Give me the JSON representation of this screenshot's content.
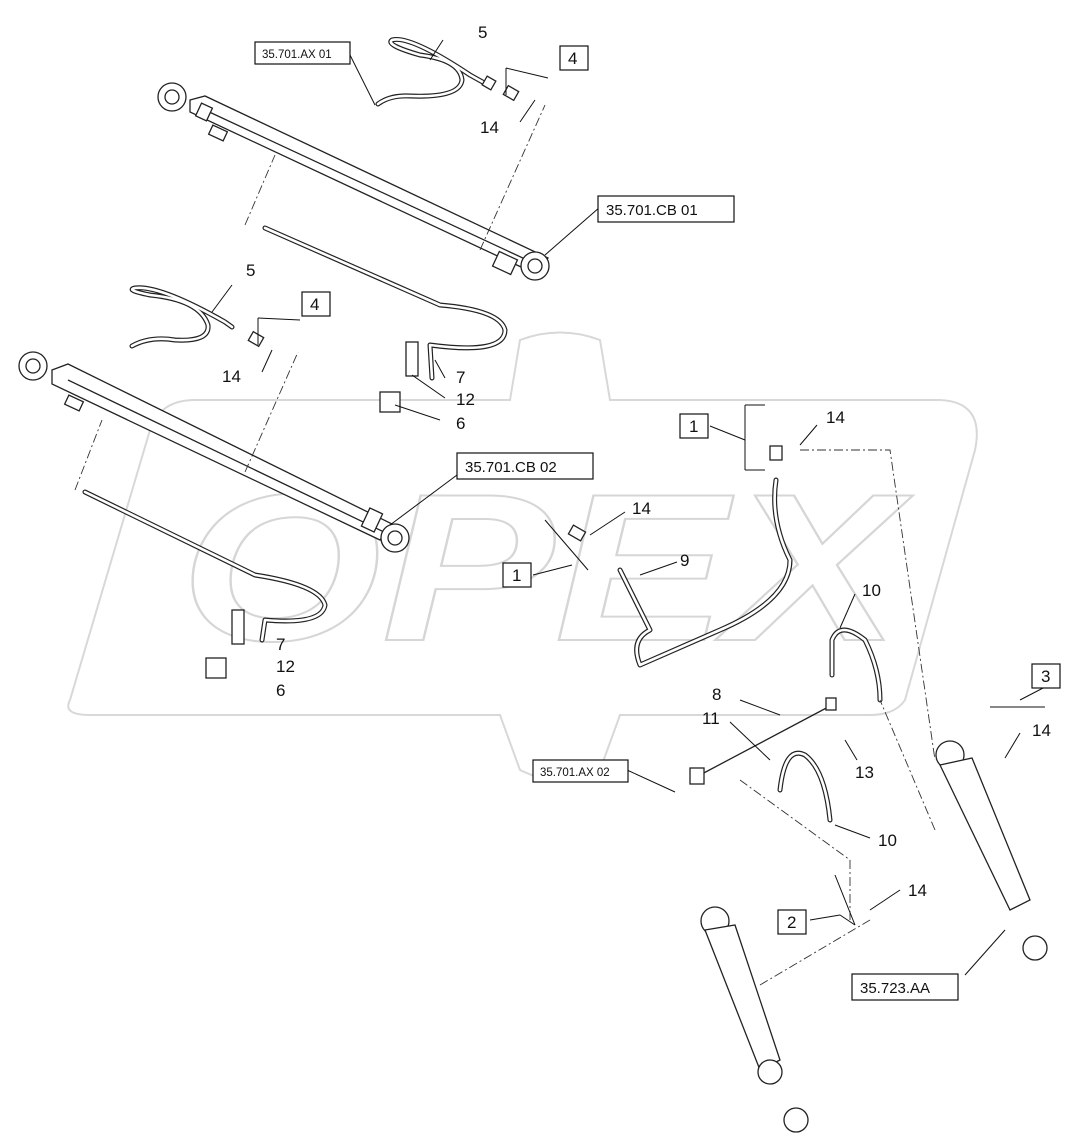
{
  "watermark": {
    "text": "OPEX"
  },
  "labels": {
    "n5a": "5",
    "n5b": "5",
    "n4a": "4",
    "n4b": "4",
    "n14a": "14",
    "n14b": "14",
    "n14c": "14",
    "n14d": "14",
    "n14e": "14",
    "n14f": "14",
    "n7a": "7",
    "n7b": "7",
    "n12a": "12",
    "n12b": "12",
    "n6a": "6",
    "n6b": "6",
    "n1a": "1",
    "n1b": "1",
    "n9": "9",
    "n10a": "10",
    "n10b": "10",
    "n8": "8",
    "n11": "11",
    "n13": "13",
    "n3": "3",
    "n2": "2"
  },
  "refs": {
    "ax01": "35.701.AX 01",
    "cb01": "35.701.CB 01",
    "cb02": "35.701.CB 02",
    "ax02": "35.701.AX 02",
    "aa": "35.723.AA"
  }
}
